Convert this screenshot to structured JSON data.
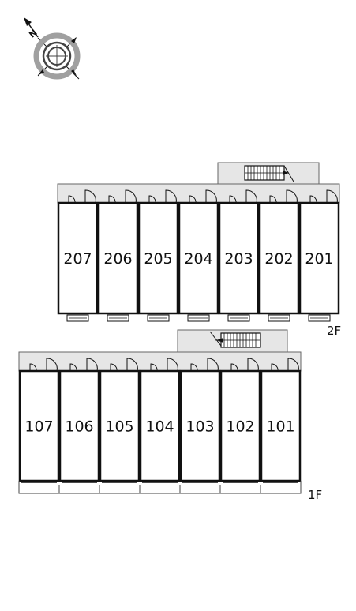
{
  "compass": {
    "north_label": "N",
    "icon": "compass-rose-icon"
  },
  "floors": [
    {
      "id": "2F",
      "label": "2F",
      "units": [
        "201",
        "202",
        "203",
        "204",
        "205",
        "206",
        "207"
      ]
    },
    {
      "id": "1F",
      "label": "1F",
      "units": [
        "101",
        "102",
        "103",
        "104",
        "105",
        "106",
        "107"
      ]
    }
  ],
  "colors": {
    "corridor": "#e6e6e6",
    "unit_fill": "#ffffff",
    "wall": "#111111",
    "compass_ring": "#9a9a9a"
  }
}
